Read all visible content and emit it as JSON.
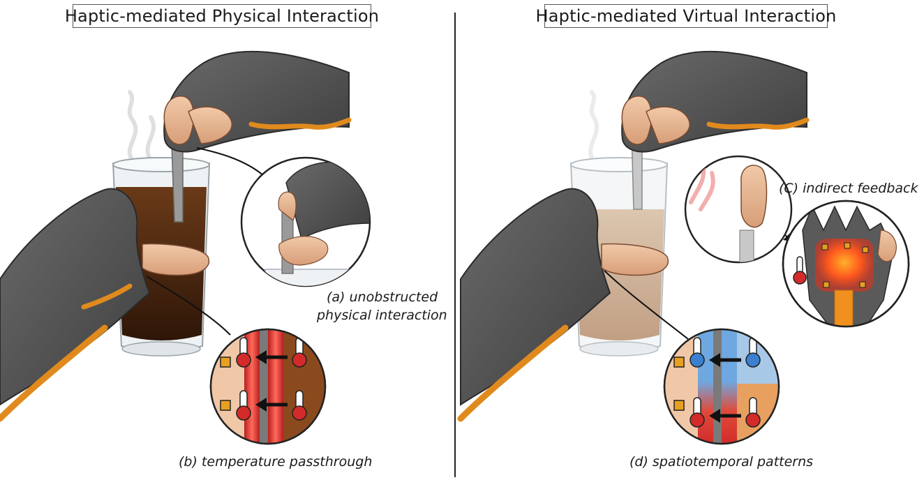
{
  "left_panel": {
    "title": "Haptic-mediated Physical Interaction",
    "caption_a_line1": "(a) unobstructed",
    "caption_a_line2": "physical interaction",
    "caption_b": "(b) temperature passthrough"
  },
  "right_panel": {
    "title": "Haptic-mediated Virtual Interaction",
    "caption_c": "(C) indirect feedback",
    "caption_d": "(d) spatiotemporal patterns"
  },
  "colors": {
    "hot_red": "#d32a2a",
    "cold_blue": "#3b7fd0",
    "glove_gray": "#5a5a5a",
    "strip_orange": "#e08a1e",
    "tea_dark": "#4a2a14",
    "tea_light": "#c8a88a",
    "heat_glow": "#ff5a1e"
  },
  "icons": [
    "thermometer-hot-icon",
    "thermometer-cold-icon",
    "arrow-left-icon",
    "actuator-pad-icon",
    "steam-icon"
  ]
}
